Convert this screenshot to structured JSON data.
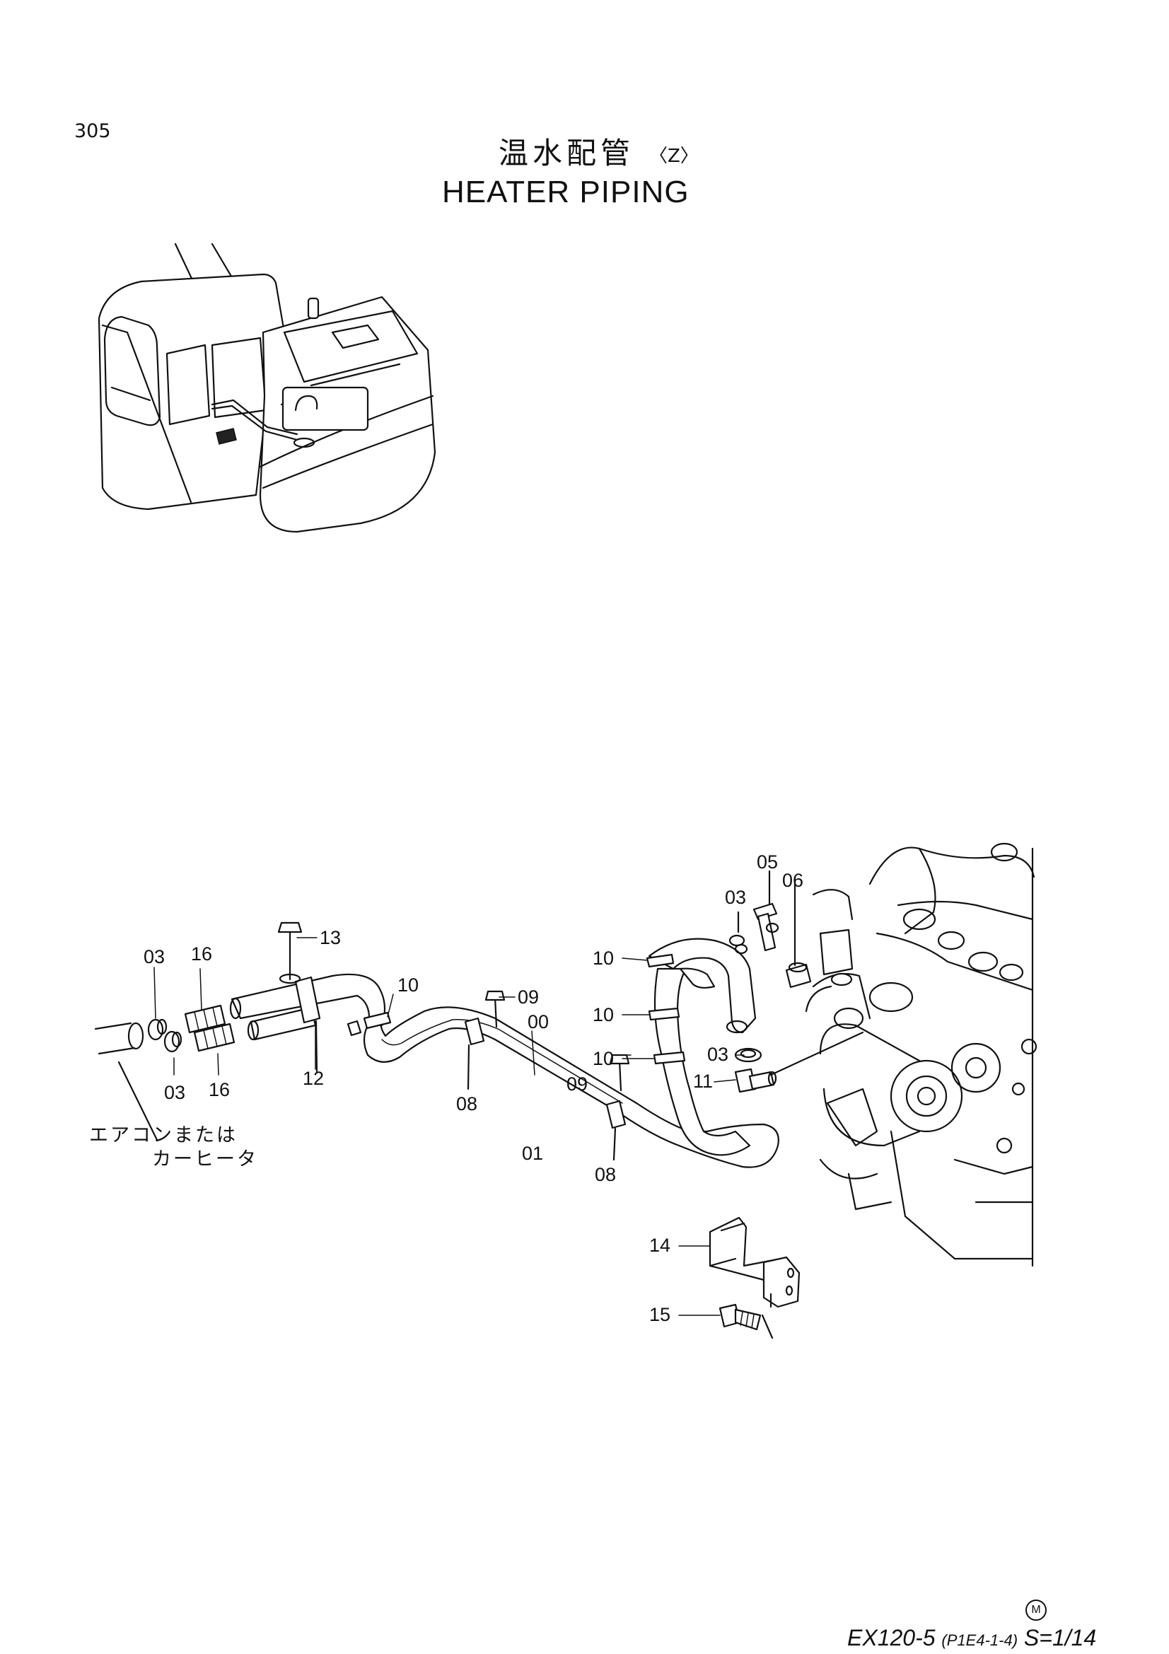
{
  "header": {
    "page_number": "305",
    "title_jp": "温水配管",
    "title_code": "〈Z〉",
    "title_en": "HEATER  PIPING"
  },
  "callouts": [
    {
      "id": "c-03-left-top",
      "text": "03"
    },
    {
      "id": "c-16-top",
      "text": "16"
    },
    {
      "id": "c-13",
      "text": "13"
    },
    {
      "id": "c-10-left",
      "text": "10"
    },
    {
      "id": "c-03-left-bottom",
      "text": "03"
    },
    {
      "id": "c-16-bottom",
      "text": "16"
    },
    {
      "id": "c-12",
      "text": "12"
    },
    {
      "id": "c-09-top",
      "text": "09"
    },
    {
      "id": "c-00",
      "text": "00"
    },
    {
      "id": "c-08-left",
      "text": "08"
    },
    {
      "id": "c-09-mid",
      "text": "09"
    },
    {
      "id": "c-01",
      "text": "01"
    },
    {
      "id": "c-08-right",
      "text": "08"
    },
    {
      "id": "c-10-top",
      "text": "10"
    },
    {
      "id": "c-10-mid",
      "text": "10"
    },
    {
      "id": "c-10-bottom",
      "text": "10"
    },
    {
      "id": "c-03-right-top",
      "text": "03"
    },
    {
      "id": "c-05",
      "text": "05"
    },
    {
      "id": "c-06",
      "text": "06"
    },
    {
      "id": "c-03-right-mid",
      "text": "03"
    },
    {
      "id": "c-11",
      "text": "11"
    },
    {
      "id": "c-14",
      "text": "14"
    },
    {
      "id": "c-15",
      "text": "15"
    }
  ],
  "note": {
    "line1": "エアコンまたは",
    "line2": "カーヒータ"
  },
  "footer": {
    "model": "EX120-5",
    "code": "(P1E4-1-4)",
    "scale": "S=1/14",
    "mark": "M"
  }
}
